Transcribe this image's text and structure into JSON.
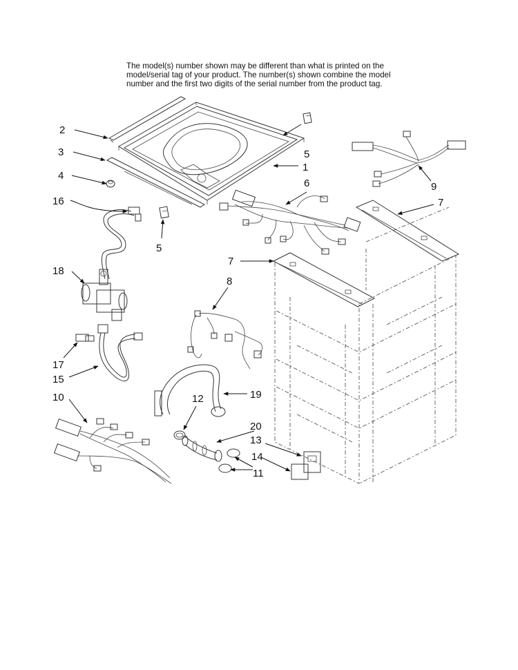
{
  "note": {
    "line1": "The model(s) number shown may be different than what is printed on the",
    "line2": "model/serial tag of your product. The number(s) shown combine the model",
    "line3": "number and the first two digits of the serial number from the product tag."
  },
  "callouts": {
    "c1": "1",
    "c2": "2",
    "c3": "3",
    "c4": "4",
    "c5a": "5",
    "c5b": "5",
    "c6": "6",
    "c7a": "7",
    "c7b": "7",
    "c8": "8",
    "c9": "9",
    "c10": "10",
    "c11": "11",
    "c12": "12",
    "c13": "13",
    "c14": "14",
    "c15": "15",
    "c16": "16",
    "c17": "17",
    "c18": "18",
    "c19": "19",
    "c20": "20"
  }
}
